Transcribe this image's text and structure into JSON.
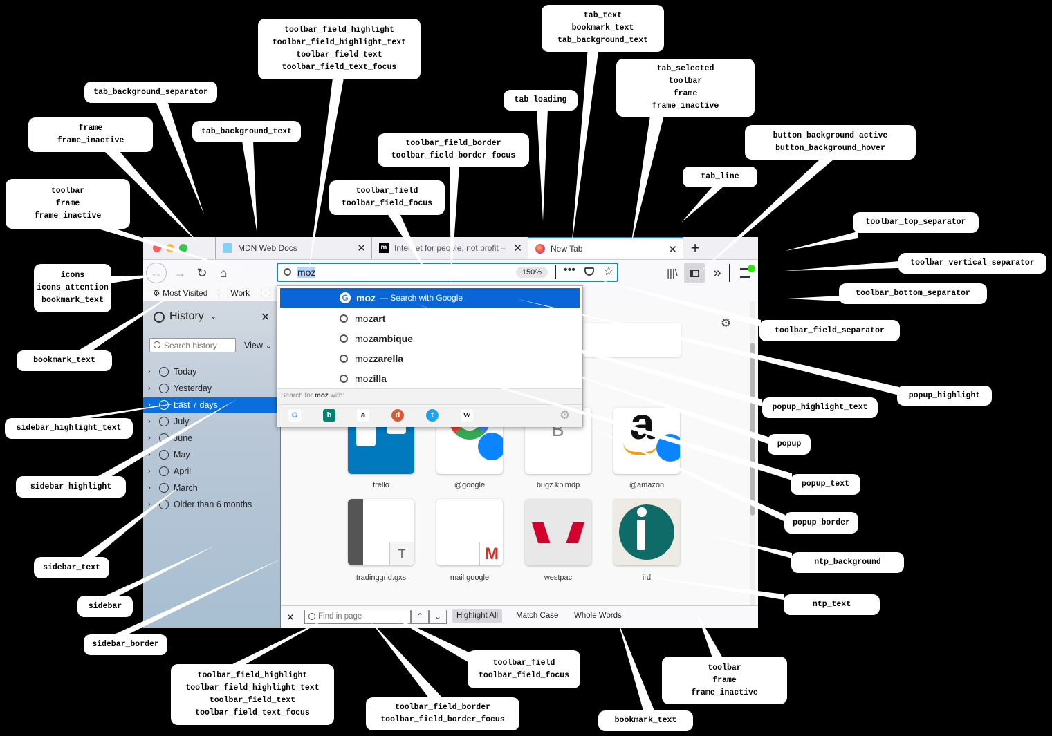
{
  "browser": {
    "tabs": [
      {
        "title": "MDN Web Docs",
        "close": "✕"
      },
      {
        "title": "Internet for people, not profit –",
        "close": "✕"
      },
      {
        "title": "New Tab",
        "close": "✕"
      }
    ],
    "new_tab_icon": "plus-icon",
    "urlbar": {
      "value": "moz",
      "zoom": "150%",
      "actions_icon": "ellipsis-icon"
    },
    "bookmarks": [
      {
        "label": "Most Visited",
        "icon": "gear-icon"
      },
      {
        "label": "Work",
        "icon": "folder-icon"
      },
      {
        "label": "",
        "icon": "folder-icon"
      }
    ],
    "sidebar": {
      "title": "History",
      "search_placeholder": "Search history",
      "view_label": "View",
      "close": "✕",
      "items": [
        "Today",
        "Yesterday",
        "Last 7 days",
        "July",
        "June",
        "May",
        "April",
        "March",
        "Older than 6 months"
      ],
      "highlighted_index": 2
    },
    "popup": {
      "top_suggestion": "moz",
      "top_suffix": "— Search with Google",
      "suggestions": [
        {
          "prefix": "moz",
          "rest": "art"
        },
        {
          "prefix": "moz",
          "rest": "ambique"
        },
        {
          "prefix": "moz",
          "rest": "zarella"
        },
        {
          "prefix": "moz",
          "rest": "illa"
        }
      ],
      "search_for_prefix": "Search for",
      "search_for_term": "moz",
      "search_for_suffix": "with:",
      "engines": [
        "google",
        "bing",
        "amazon",
        "duckduckgo",
        "twitter",
        "wikipedia"
      ]
    },
    "tiles_row1": [
      "trello",
      "@google",
      "bugz.kpimdp",
      "@amazon"
    ],
    "tiles_row2": [
      "tradinggrid.gxs",
      "mail.google",
      "westpac",
      "ird"
    ],
    "findbar": {
      "close": "✕",
      "placeholder": "Find in page",
      "highlight_all": "Highlight All",
      "match_case": "Match Case",
      "whole_words": "Whole Words"
    }
  },
  "callouts": {
    "c_field_hl": [
      "toolbar_field_highlight",
      "toolbar_field_highlight_text",
      "toolbar_field_text",
      "toolbar_field_text_focus"
    ],
    "c_tab_text": [
      "tab_text",
      "bookmark_text",
      "tab_background_text"
    ],
    "c_tab_bg_sep": [
      "tab_background_separator"
    ],
    "c_tab_loading": [
      "tab_loading"
    ],
    "c_tab_selected": [
      "tab_selected",
      "toolbar",
      "frame",
      "frame_inactive"
    ],
    "c_frame": [
      "frame",
      "frame_inactive"
    ],
    "c_tab_bg_text": [
      "tab_background_text"
    ],
    "c_field_border": [
      "toolbar_field_border",
      "toolbar_field_border_focus"
    ],
    "c_btn_bg": [
      "button_background_active",
      "button_background_hover"
    ],
    "c_tab_line": [
      "tab_line"
    ],
    "c_toolbar_frame": [
      "toolbar",
      "frame",
      "frame_inactive"
    ],
    "c_field": [
      "toolbar_field",
      "toolbar_field_focus"
    ],
    "c_top_sep": [
      "toolbar_top_separator"
    ],
    "c_icons": [
      "icons",
      "icons_attention",
      "bookmark_text"
    ],
    "c_vert_sep": [
      "toolbar_vertical_separator"
    ],
    "c_bottom_sep": [
      "toolbar_bottom_separator"
    ],
    "c_bookmark_text": [
      "bookmark_text"
    ],
    "c_field_sep": [
      "toolbar_field_separator"
    ],
    "c_popup_hl": [
      "popup_highlight"
    ],
    "c_popup_hl_text": [
      "popup_highlight_text"
    ],
    "c_sidebar_hl_text": [
      "sidebar_highlight_text"
    ],
    "c_popup": [
      "popup"
    ],
    "c_popup_text": [
      "popup_text"
    ],
    "c_sidebar_hl": [
      "sidebar_highlight"
    ],
    "c_popup_border": [
      "popup_border"
    ],
    "c_ntp_bg": [
      "ntp_background"
    ],
    "c_sidebar_text": [
      "sidebar_text"
    ],
    "c_ntp_text": [
      "ntp_text"
    ],
    "c_sidebar": [
      "sidebar"
    ],
    "c_sidebar_border": [
      "sidebar_border"
    ],
    "c_toolbar_frame2": [
      "toolbar",
      "frame",
      "frame_inactive"
    ],
    "c_field_hl2": [
      "toolbar_field_highlight",
      "toolbar_field_highlight_text",
      "toolbar_field_text",
      "toolbar_field_text_focus"
    ],
    "c_field2": [
      "toolbar_field",
      "toolbar_field_focus"
    ],
    "c_field_border2": [
      "toolbar_field_border",
      "toolbar_field_border_focus"
    ],
    "c_bookmark_text2": [
      "bookmark_text"
    ]
  },
  "colors": {
    "accent": "#0a84ff",
    "sidebar_highlight": "#0a6fdc",
    "popup_highlight": "#0a66d8",
    "background": "#000000"
  }
}
